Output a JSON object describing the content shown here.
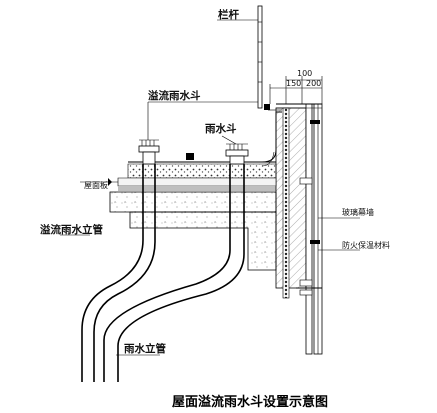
{
  "labels": {
    "railing": "栏杆",
    "overflow_drain": "溢流雨水斗",
    "rain_drain": "雨水斗",
    "roof_slab": "屋面板",
    "glass_curtain_wall": "玻璃幕墙",
    "fireproof_insulation": "防火保温材料",
    "overflow_downpipe": "溢流雨水立管",
    "rain_downpipe": "雨水立管"
  },
  "dimensions": {
    "d100": "100",
    "d150": "150",
    "d200": "200"
  },
  "caption": "屋面溢流雨水斗设置示意图"
}
